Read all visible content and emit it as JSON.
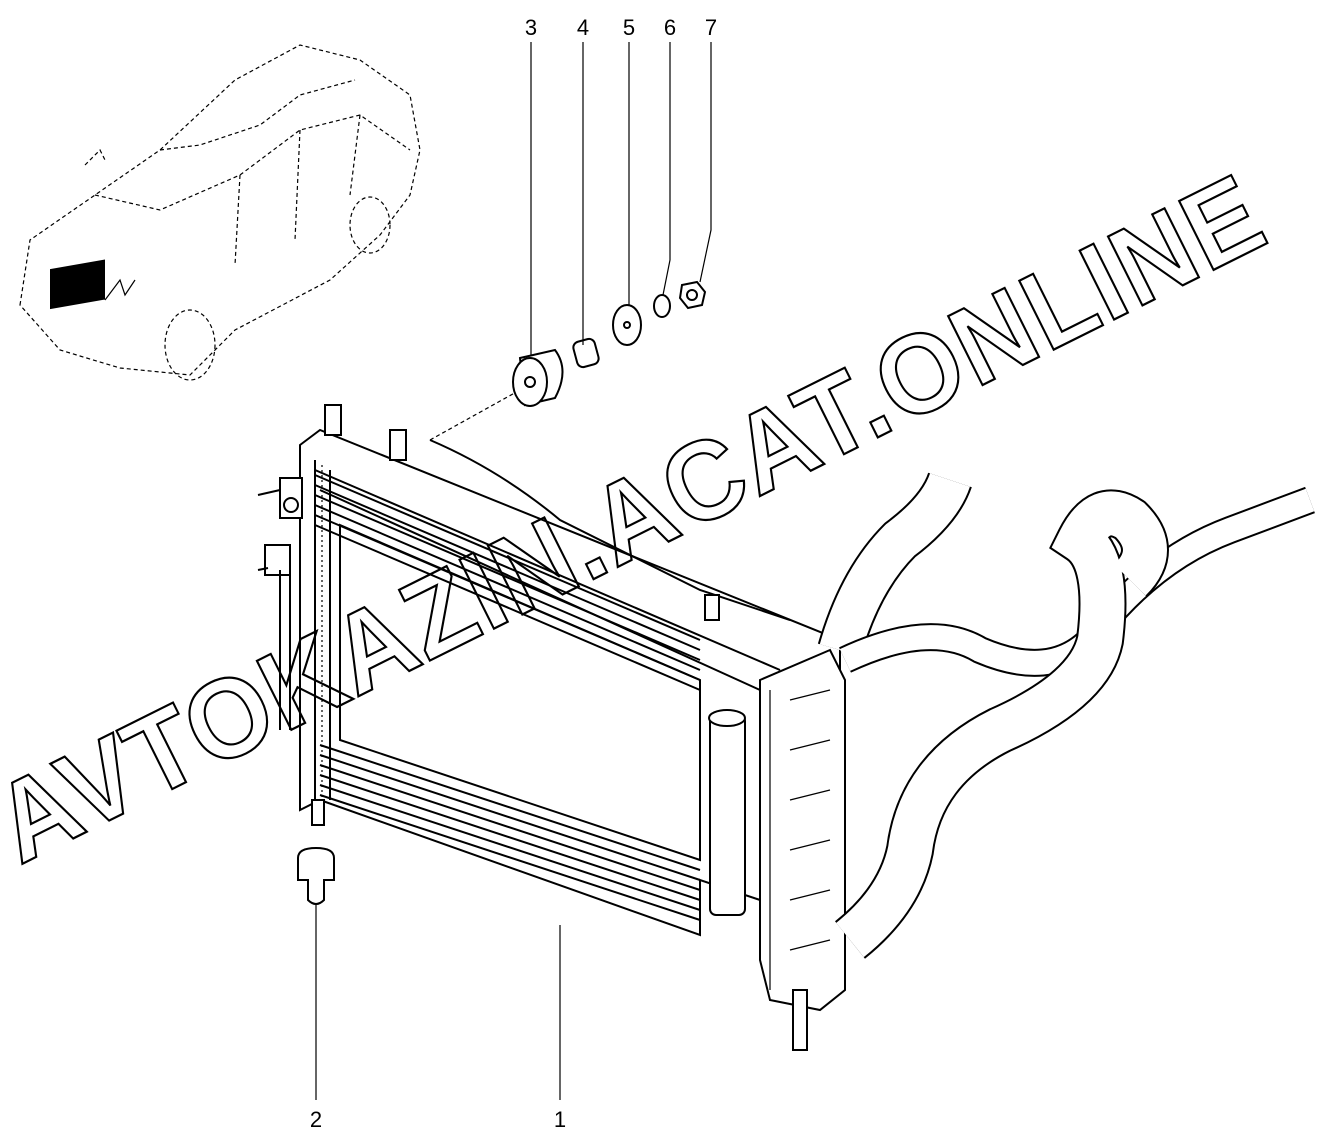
{
  "diagram": {
    "callouts": [
      {
        "id": "1",
        "label": "1"
      },
      {
        "id": "2",
        "label": "2"
      },
      {
        "id": "3",
        "label": "3"
      },
      {
        "id": "4",
        "label": "4"
      },
      {
        "id": "5",
        "label": "5"
      },
      {
        "id": "6",
        "label": "6"
      },
      {
        "id": "7",
        "label": "7"
      }
    ],
    "watermark": "AVTOKAZIN.ACAT.ONLINE"
  }
}
